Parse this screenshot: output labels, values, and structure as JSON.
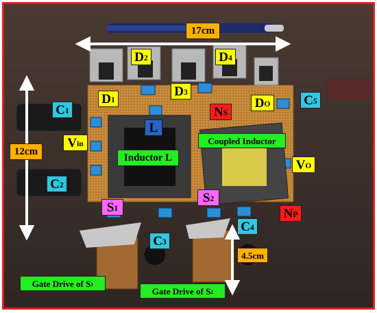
{
  "labels": {
    "width_dim": "17cm",
    "height_dim": "12cm",
    "gate_height_dim": "4.5cm",
    "d1_main": "D",
    "d1_sub": "1",
    "d2_main": "D",
    "d2_sub": "2",
    "d3_main": "D",
    "d3_sub": "3",
    "d4_main": "D",
    "d4_sub": "4",
    "do_main": "D",
    "do_sub": "O",
    "c1_main": "C",
    "c1_sub": "1",
    "c2_main": "C",
    "c2_sub": "2",
    "c3_main": "C",
    "c3_sub": "3",
    "c4_main": "C",
    "c4_sub": "4",
    "c5_main": "C",
    "c5_sub": "5",
    "l_label": "L",
    "ns_main": "N",
    "ns_sub": "S",
    "np_main": "N",
    "np_sub": "P",
    "vin_main": "V",
    "vin_sub": "in",
    "vo_main": "V",
    "vo_sub": "O",
    "s1_main": "S",
    "s1_sub": "1",
    "s2_main": "S",
    "s2_sub": "2",
    "inductor_l": "Inductor L",
    "coupled_inductor": "Coupled Inductor",
    "gate_s1_main": "Gate Drive of S",
    "gate_s1_sub": "1",
    "gate_s2_main": "Gate Drive of S",
    "gate_s2_sub": "2"
  },
  "colors": {
    "frame": "#e0201c",
    "pcb": "#c98a3c",
    "background": "#3a2f2a",
    "diode_tag": "#ffff00",
    "cap_tag": "#33c6e0",
    "text_tag": "#22ee22",
    "winding_tag": "#ff1a1a",
    "switch_tag": "#ff66ff",
    "inductor_tag": "#2a62c8",
    "dim_tag": "#ffb000"
  }
}
